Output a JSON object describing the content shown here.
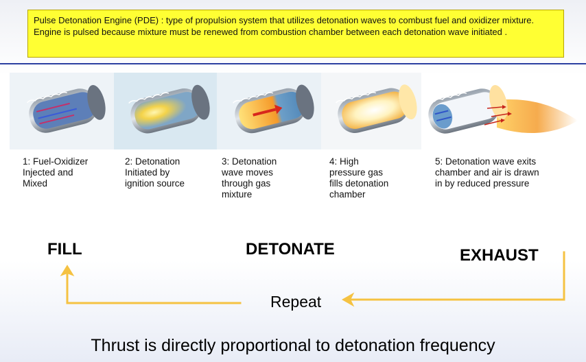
{
  "definition": {
    "text": "Pulse Detonation Engine (PDE) : type of propulsion system that utilizes detonation waves to combust fuel and oxidizer mixture. Engine is pulsed because mixture must be renewed from combustion chamber between each detonation wave initiated ."
  },
  "stages": [
    {
      "lines": [
        "1: Fuel-Oxidizer",
        "Injected and",
        "Mixed"
      ]
    },
    {
      "lines": [
        "2: Detonation",
        "Initiated by",
        "ignition source"
      ]
    },
    {
      "lines": [
        "3: Detonation",
        "wave moves",
        "through gas",
        "mixture"
      ]
    },
    {
      "lines": [
        "4: High",
        "pressure gas",
        "fills detonation",
        "chamber"
      ]
    },
    {
      "lines": [
        "5: Detonation wave exits",
        "chamber and air is drawn",
        "in by reduced pressure"
      ]
    }
  ],
  "cycle": {
    "fill": "FILL",
    "detonate": "DETONATE",
    "exhaust": "EXHAUST",
    "repeat": "Repeat"
  },
  "thrust": "Thrust is directly proportional to detonation frequency",
  "colors": {
    "definition_bg": "#ffff33",
    "arrow": "#f5c242",
    "rule": "#2b3fa0"
  }
}
